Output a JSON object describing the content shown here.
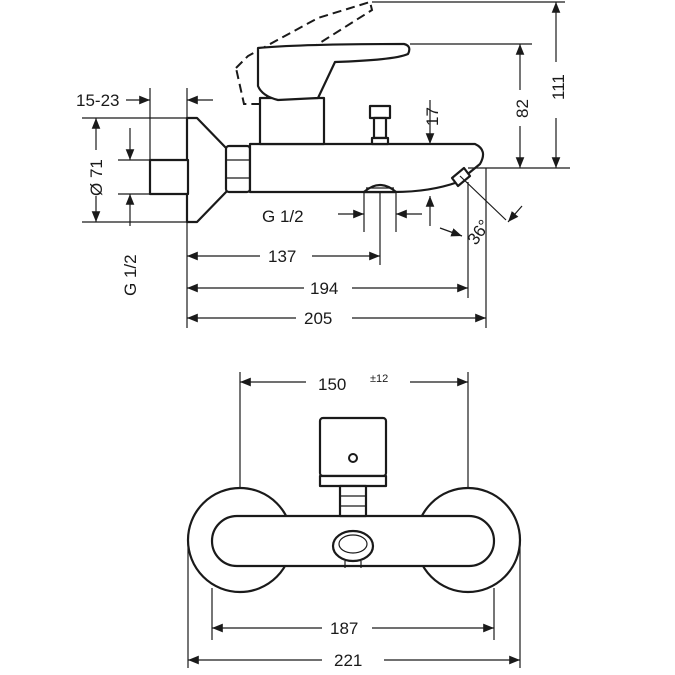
{
  "side_view": {
    "dims": {
      "d_15_23": "15-23",
      "d_71": "Ø 71",
      "d_17": "17",
      "d_82": "82",
      "d_111": "111",
      "d_g12_a": "G 1/2",
      "d_g12_b": "G 1/2",
      "d_36": "36°",
      "d_137": "137",
      "d_194": "194",
      "d_205": "205"
    }
  },
  "front_view": {
    "dims": {
      "d_150": "150",
      "d_tol": "±12",
      "d_187": "187",
      "d_221": "221"
    }
  }
}
